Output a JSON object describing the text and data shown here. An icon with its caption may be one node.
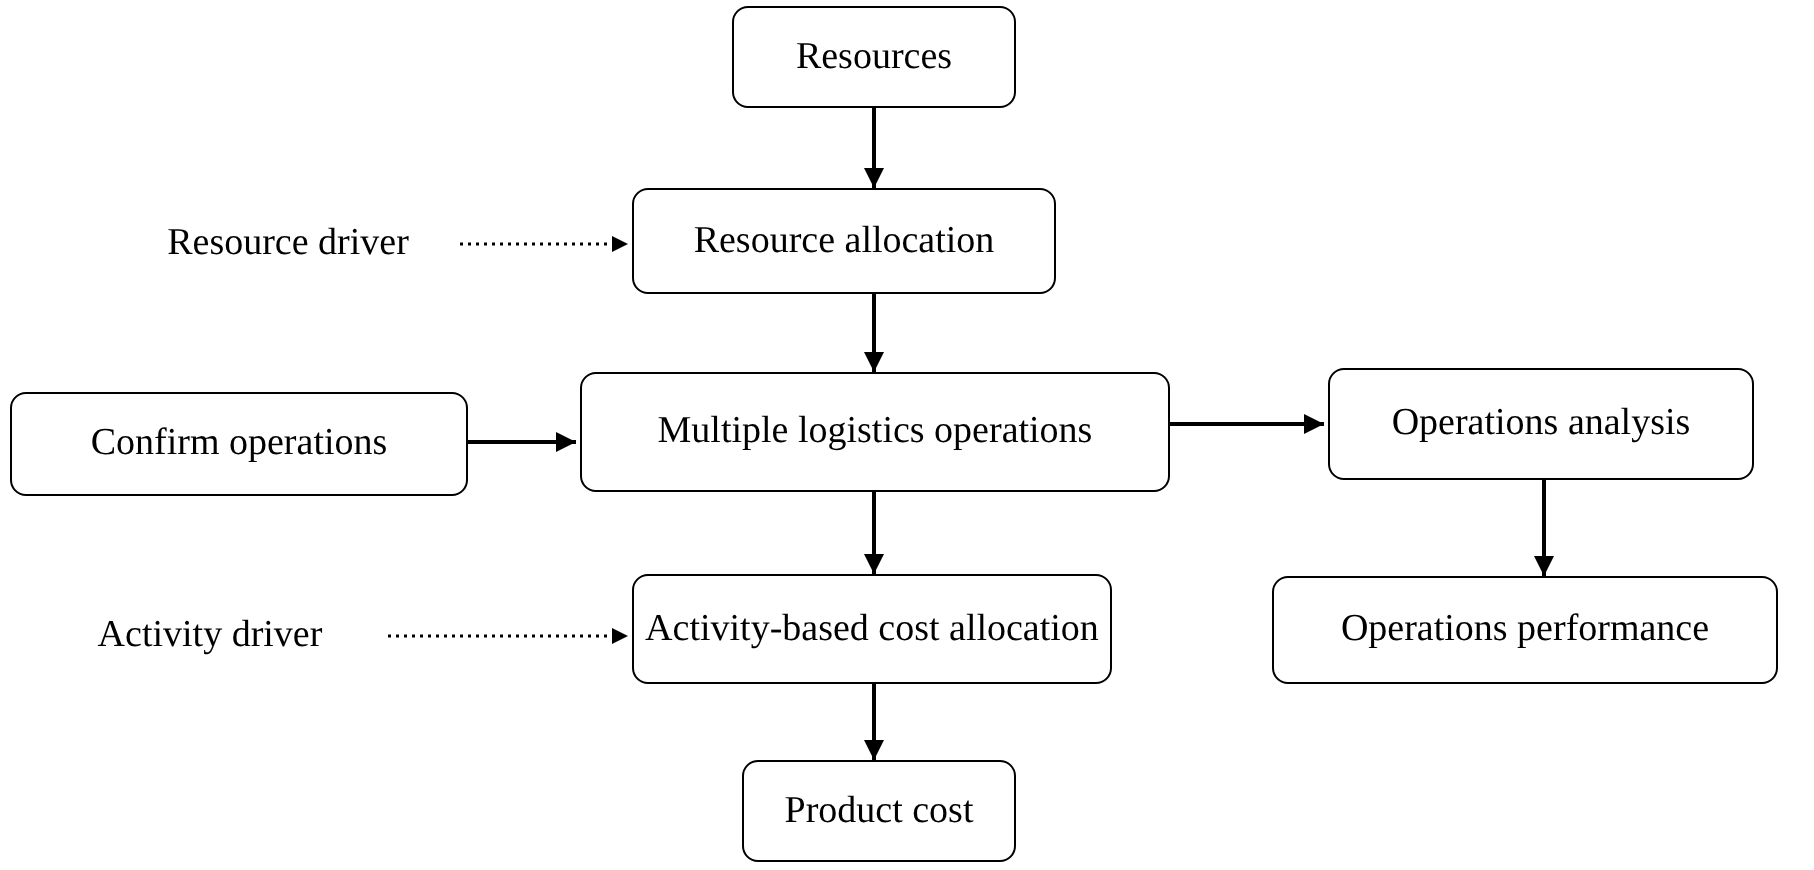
{
  "diagram": {
    "nodes": [
      {
        "text": [
          "Resources"
        ]
      },
      {
        "text": [
          "Resource driver"
        ]
      },
      {
        "text": [
          "Resource allocation"
        ]
      },
      {
        "text": [
          "Confirm operations"
        ]
      },
      {
        "text": [
          "Multiple logistics operations"
        ]
      },
      {
        "text": [
          "Operations analysis"
        ]
      },
      {
        "text": [
          "Activity driver"
        ]
      },
      {
        "text": [
          "Activity-based cost allocation"
        ]
      },
      {
        "text": [
          "Operations performance"
        ]
      },
      {
        "text": [
          "Product cost"
        ]
      }
    ],
    "edges": [
      {
        "from": 0,
        "to": 2,
        "arrow": "to"
      },
      {
        "from": 1,
        "to": 2,
        "arrow": "to",
        "style": "dashed"
      },
      {
        "from": 2,
        "to": 4,
        "arrow": "to"
      },
      {
        "from": 3,
        "to": 4,
        "arrow": "to"
      },
      {
        "from": 4,
        "to": 5,
        "arrow": "to"
      },
      {
        "from": 5,
        "to": 8,
        "arrow": "to"
      },
      {
        "from": 4,
        "to": 7,
        "arrow": "to"
      },
      {
        "from": 6,
        "to": 7,
        "arrow": "to",
        "style": "dashed"
      },
      {
        "from": 7,
        "to": 9,
        "arrow": "to"
      }
    ]
  }
}
